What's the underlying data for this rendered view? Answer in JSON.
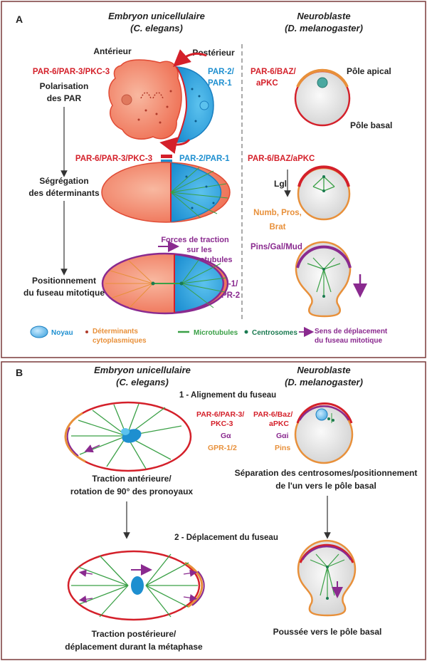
{
  "panelA": {
    "letter": "A",
    "col1_title1": "Embryon unicellulaire",
    "col1_title2": "(C. elegans)",
    "col2_title1": "Neuroblaste",
    "col2_title2": "(D. melanogaster)",
    "anterieur": "Antérieur",
    "posterieur": "Postérieur",
    "par6_par3_pkc3": "PAR-6/PAR-3/PKC-3",
    "polarisation1": "Polarisation",
    "polarisation2": "des PAR",
    "par2": "PAR-2/",
    "par1": "PAR-1",
    "par6_baz1": "PAR-6/BAZ/",
    "apkc": "aPKC",
    "pole_apical": "Pôle apical",
    "pole_basal": "Pôle basal",
    "par6_par3_pkc3_b": "PAR-6/PAR-3/PKC-3",
    "par2_par1": "PAR-2/PAR-1",
    "par6_baz_apkc": "PAR-6/BAZ/aPKC",
    "segregation1": "Ségrégation",
    "segregation2": "des déterminants",
    "lgl": "Lgl",
    "numb": "Numb, Pros,",
    "brat": "Brat",
    "forces1": "Forces de traction",
    "forces2": "sur les",
    "forces3": "microtubules",
    "pins_gal_mud": "Pins/Gal/Mud",
    "positionnement1": "Positionnement",
    "positionnement2": "du fuseau mitotique",
    "gpr1": "GPR-1/",
    "gpr2": "GPR-2"
  },
  "legend": {
    "noyau": "Noyau",
    "det1": "Déterminants",
    "det2": "cytoplasmiques",
    "microtubules": "Microtubules",
    "centrosomes": "Centrosomes",
    "sens1": "Sens de déplacement",
    "sens2": "du fuseau mitotique"
  },
  "panelB": {
    "letter": "B",
    "col1_title1": "Embryon unicellulaire",
    "col1_title2": "(C. elegans)",
    "col2_title1": "Neuroblaste",
    "col2_title2": "(D. melanogaster)",
    "step1": "1 - Alignement du fuseau",
    "par6_par3_1": "PAR-6/PAR-3/",
    "pkc3": "PKC-3",
    "gca": "Gα",
    "gpr12": "GPR-1/2",
    "par6_baz_1": "PAR-6/Baz/",
    "apkc": "aPKC",
    "gai": "Gαi",
    "pins": "Pins",
    "traction_ant1": "Traction antérieure/",
    "traction_ant2": "rotation de 90° des pronoyaux",
    "separation1": "Séparation des centrosomes/positionnement",
    "separation2": "de l'un vers le pôle basal",
    "step2": "2 - Déplacement du fuseau",
    "traction_post1": "Traction postérieure/",
    "traction_post2": "déplacement durant la métaphase",
    "poussee": "Poussée vers le pôle basal"
  },
  "colors": {
    "red": "#d4202a",
    "blue": "#1e8fd0",
    "purple": "#8a2a8f",
    "orange": "#e8903a",
    "green": "#3aa046",
    "salmon": "#f28a6a",
    "border": "#6b3a3a"
  }
}
